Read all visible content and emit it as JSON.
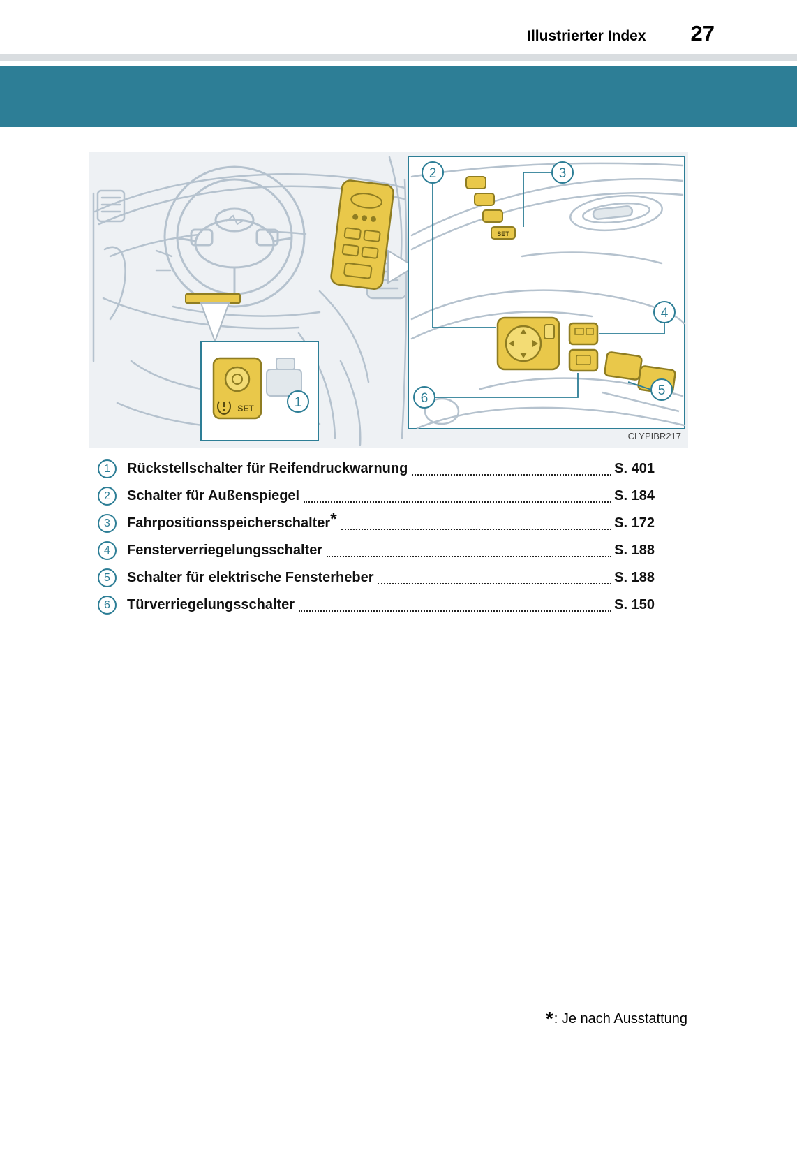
{
  "header": {
    "section_title": "Illustrierter Index",
    "page_number": "27"
  },
  "figure": {
    "code": "CLYPIBR217",
    "set_label": "SET",
    "callouts": [
      "1",
      "2",
      "3",
      "4",
      "5",
      "6"
    ]
  },
  "legend": {
    "items": [
      {
        "num": "1",
        "label": "Rückstellschalter für Reifendruckwarnung",
        "suffix": "",
        "page": "S. 401"
      },
      {
        "num": "2",
        "label": "Schalter für Außenspiegel",
        "suffix": "",
        "page": "S. 184"
      },
      {
        "num": "3",
        "label": "Fahrpositionsspeicherschalter",
        "suffix": "*",
        "page": "S. 172"
      },
      {
        "num": "4",
        "label": "Fensterverriegelungsschalter",
        "suffix": "",
        "page": "S. 188"
      },
      {
        "num": "5",
        "label": "Schalter für elektrische Fensterheber",
        "suffix": "",
        "page": "S. 188"
      },
      {
        "num": "6",
        "label": "Türverriegelungsschalter",
        "suffix": "",
        "page": "S. 150"
      }
    ]
  },
  "footnote": {
    "symbol": "*",
    "text": ": Je nach Ausstattung"
  },
  "colors": {
    "accent_teal": "#2d7e96",
    "highlight_yellow": "#e9c84a",
    "sketch_line": "#b5c2ce"
  }
}
